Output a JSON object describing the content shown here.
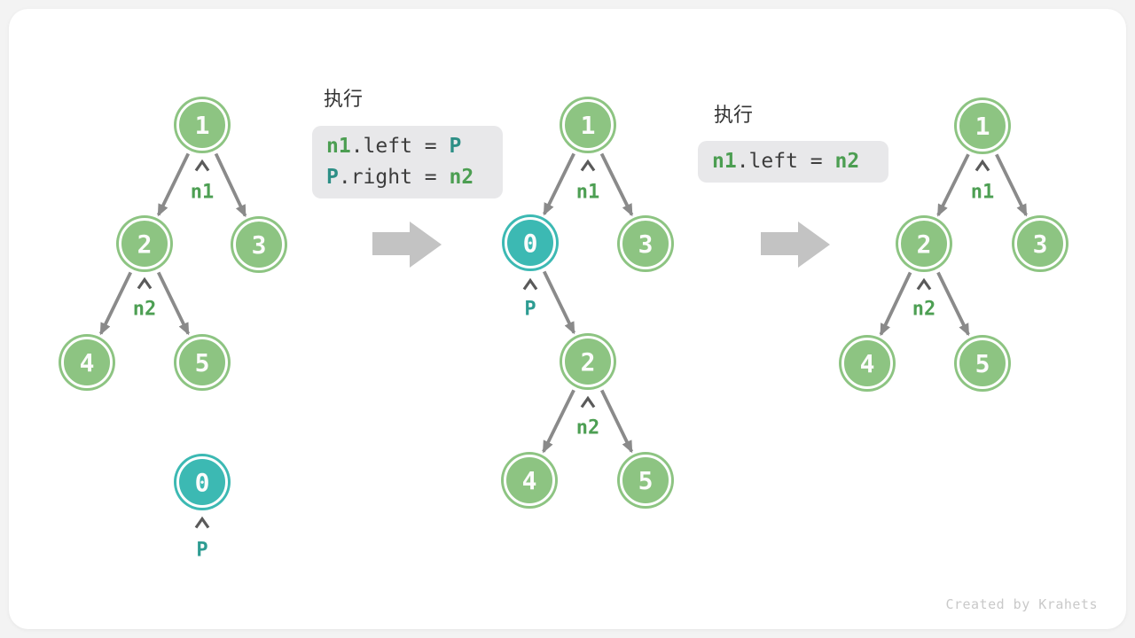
{
  "watermark": "Created by Krahets",
  "colors": {
    "node_green": "#8dc482",
    "node_teal": "#3cb9b3",
    "node_text": "#fcfcfc",
    "pointer_green": "#4d9f53",
    "pointer_teal": "#2d9c92",
    "edge_gray": "#8a8a8a",
    "chevron_gray": "#5a5a5a",
    "code_bg": "#e8e8ea",
    "code_plain": "#3d3d3d",
    "code_green": "#4c9e52",
    "code_teal": "#2d8f86",
    "big_arrow": "#c3c3c3",
    "watermark_text": "#c9c9c9",
    "card_bg": "#ffffff",
    "page_bg": "#f3f3f3"
  },
  "code_blocks": [
    {
      "title": "执行",
      "lines": [
        {
          "tokens": [
            {
              "text": "n1",
              "style": "green"
            },
            {
              "text": ".left",
              "style": "plain"
            },
            {
              "text": " = ",
              "style": "plain"
            },
            {
              "text": "P",
              "style": "teal"
            }
          ]
        },
        {
          "tokens": [
            {
              "text": "P",
              "style": "teal"
            },
            {
              "text": ".right",
              "style": "plain"
            },
            {
              "text": " = ",
              "style": "plain"
            },
            {
              "text": "n2",
              "style": "green"
            }
          ]
        }
      ]
    },
    {
      "title": "执行",
      "lines": [
        {
          "tokens": [
            {
              "text": "n1",
              "style": "green"
            },
            {
              "text": ".left",
              "style": "plain"
            },
            {
              "text": " = ",
              "style": "plain"
            },
            {
              "text": "n2",
              "style": "green"
            }
          ]
        }
      ]
    }
  ],
  "trees": {
    "step1": {
      "nodes": [
        {
          "value": "1",
          "color": "green"
        },
        {
          "value": "2",
          "color": "green"
        },
        {
          "value": "3",
          "color": "green"
        },
        {
          "value": "4",
          "color": "green"
        },
        {
          "value": "5",
          "color": "green"
        },
        {
          "value": "0",
          "color": "teal"
        }
      ],
      "pointers": [
        {
          "label": "n1",
          "target": "1"
        },
        {
          "label": "n2",
          "target": "2"
        },
        {
          "label": "P",
          "target": "0"
        }
      ],
      "edges": [
        "1->2",
        "1->3",
        "2->4",
        "2->5"
      ]
    },
    "step2": {
      "nodes": [
        {
          "value": "1",
          "color": "green"
        },
        {
          "value": "0",
          "color": "teal"
        },
        {
          "value": "3",
          "color": "green"
        },
        {
          "value": "2",
          "color": "green"
        },
        {
          "value": "4",
          "color": "green"
        },
        {
          "value": "5",
          "color": "green"
        }
      ],
      "pointers": [
        {
          "label": "n1",
          "target": "1"
        },
        {
          "label": "P",
          "target": "0"
        },
        {
          "label": "n2",
          "target": "2"
        }
      ],
      "edges": [
        "1->0",
        "1->3",
        "0->2",
        "2->4",
        "2->5"
      ]
    },
    "step3": {
      "nodes": [
        {
          "value": "1",
          "color": "green"
        },
        {
          "value": "2",
          "color": "green"
        },
        {
          "value": "3",
          "color": "green"
        },
        {
          "value": "4",
          "color": "green"
        },
        {
          "value": "5",
          "color": "green"
        }
      ],
      "pointers": [
        {
          "label": "n1",
          "target": "1"
        },
        {
          "label": "n2",
          "target": "2"
        }
      ],
      "edges": [
        "1->2",
        "1->3",
        "2->4",
        "2->5"
      ]
    }
  }
}
